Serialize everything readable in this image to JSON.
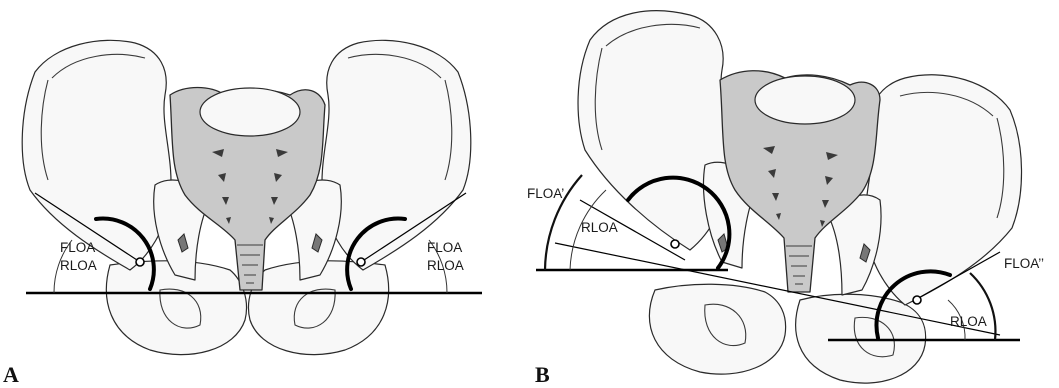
{
  "panels": [
    {
      "letter": "A",
      "left_label_1": "FLOA",
      "left_label_2": "RLOA",
      "right_label_1": "FLOA",
      "right_label_2": "RLOA"
    },
    {
      "letter": "B",
      "left_label_1": "FLOA’",
      "left_label_2": "RLOA",
      "right_label_1": "FLOA’’",
      "right_label_2": "RLOA"
    }
  ]
}
